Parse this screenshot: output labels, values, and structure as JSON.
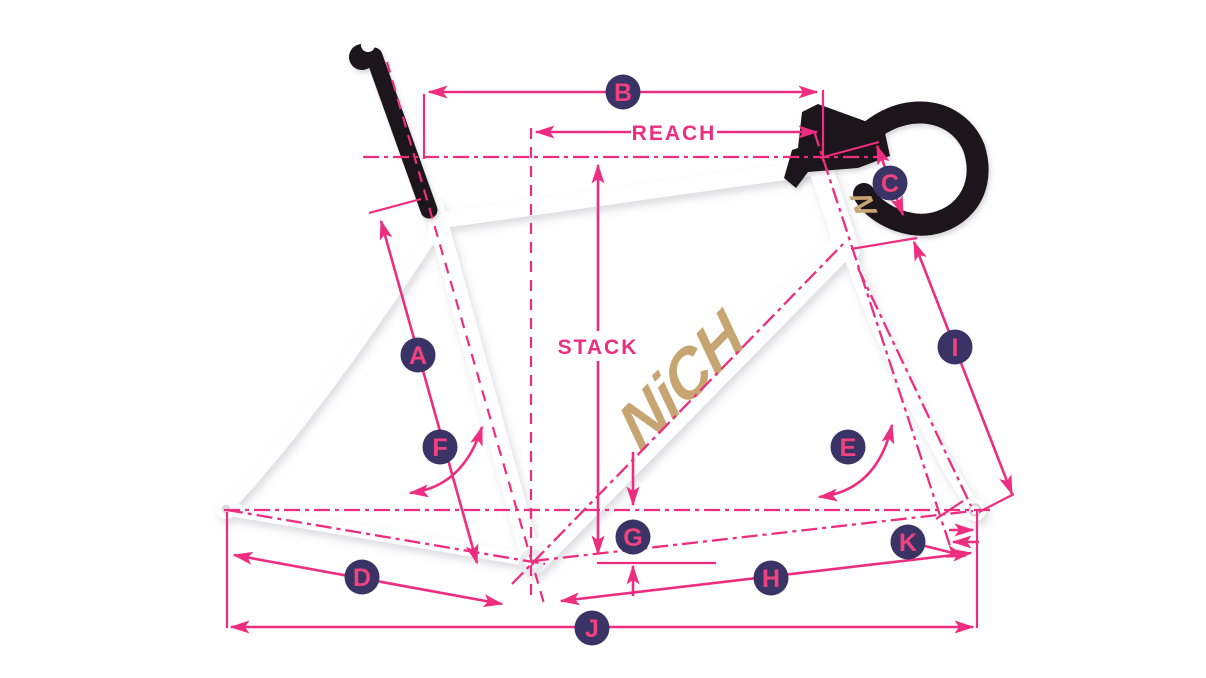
{
  "diagram": {
    "type": "bicycle-frame-geometry",
    "dimension_labels": [
      "A",
      "B",
      "C",
      "D",
      "E",
      "F",
      "G",
      "H",
      "I",
      "J",
      "K"
    ],
    "text_labels": {
      "reach": "REACH",
      "stack": "STACK"
    },
    "brand": {
      "downtube_logo": "NiCH",
      "headtube_logo": "N"
    },
    "colors": {
      "measure_pink": "#ed2d7f",
      "badge_navy": "#3a3365",
      "badge_letter_pink": "#f0427f",
      "brand_gold": "#c7a572",
      "component_black": "#1b171c",
      "frame_white": "#ffffff",
      "background": "#ffffff"
    }
  }
}
